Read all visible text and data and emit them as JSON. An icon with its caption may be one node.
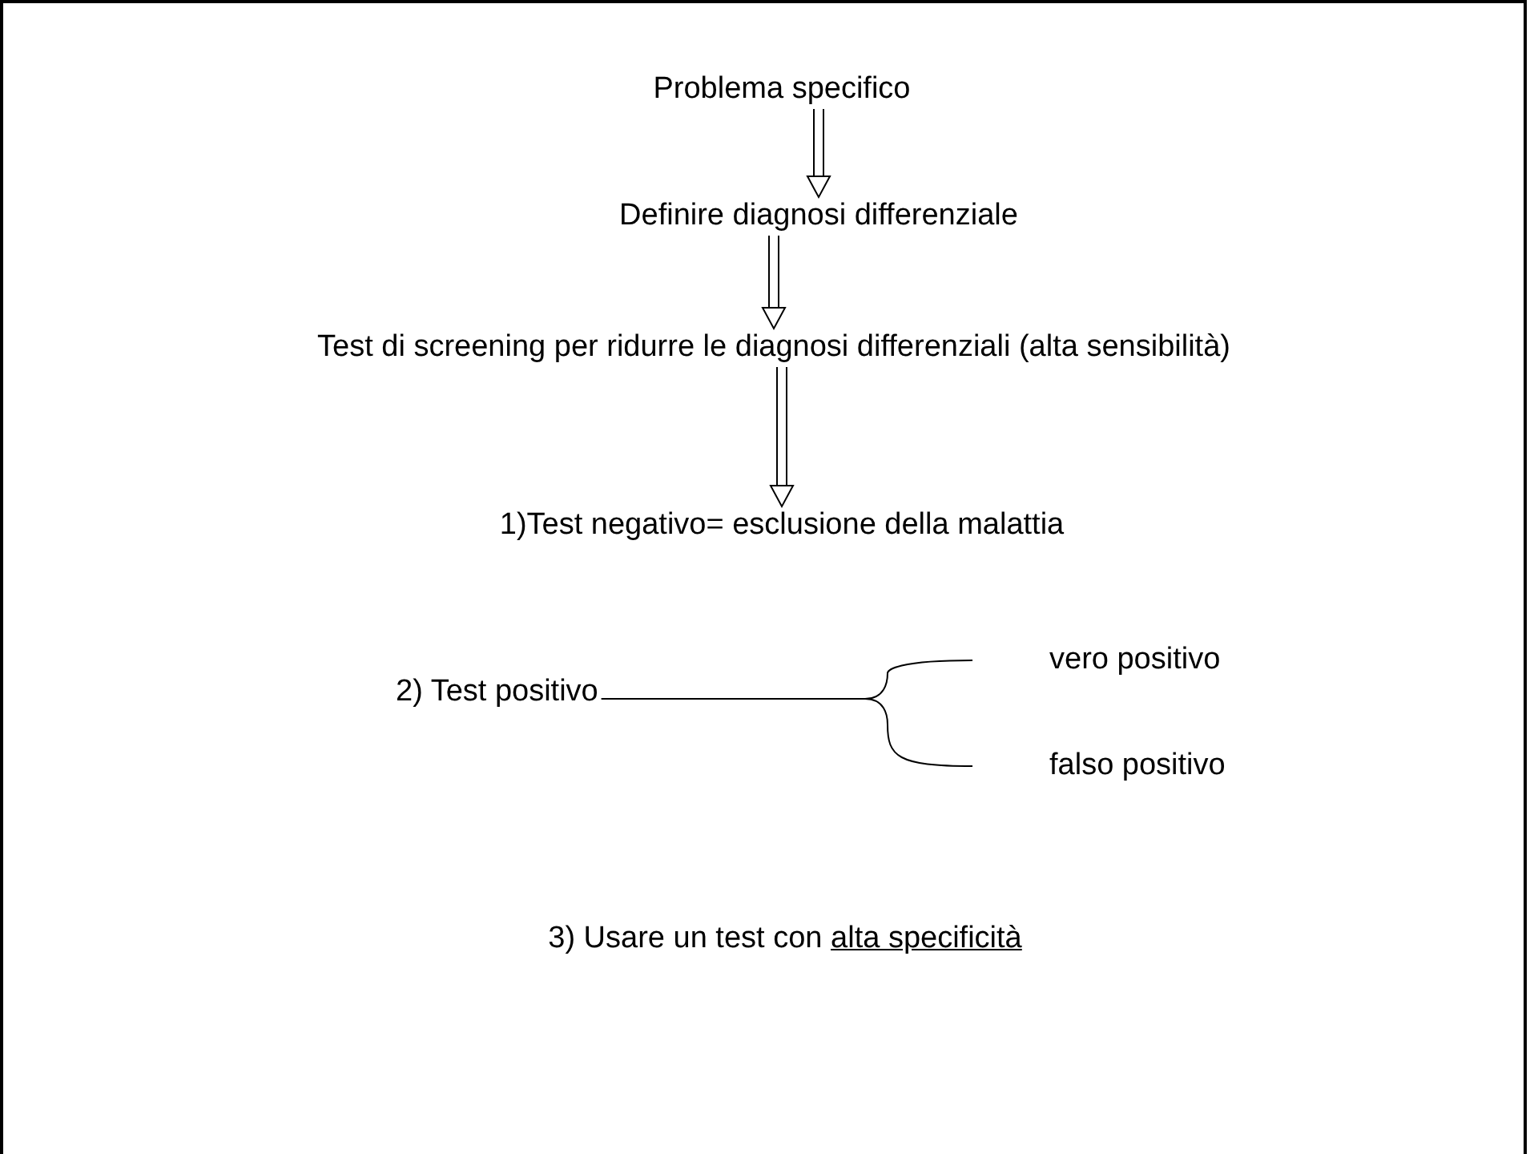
{
  "diagram": {
    "nodes": [
      {
        "text": [
          "Problema specifico"
        ]
      },
      {
        "text": [
          "Definire diagnosi differenziale"
        ]
      },
      {
        "text": [
          "Test di screening per ridurre le diagnosi differenziali (alta sensibilità)"
        ]
      },
      {
        "text": [
          "1)Test negativo= esclusione della malattia"
        ]
      },
      {
        "text": [
          "2) Test positivo"
        ]
      },
      {
        "text": [
          "vero positivo"
        ]
      },
      {
        "text": [
          "falso positivo"
        ]
      },
      {
        "text": [
          "3) Usare un test con",
          "alta specificità"
        ]
      }
    ],
    "edges": [
      {
        "from": 0,
        "to": 1,
        "arrow": "to"
      },
      {
        "from": 1,
        "to": 2,
        "arrow": "to"
      },
      {
        "from": 2,
        "to": 3,
        "arrow": "to"
      },
      {
        "from": 4,
        "to": 5,
        "arrow": "none"
      },
      {
        "from": 4,
        "to": 6,
        "arrow": "none"
      }
    ]
  }
}
